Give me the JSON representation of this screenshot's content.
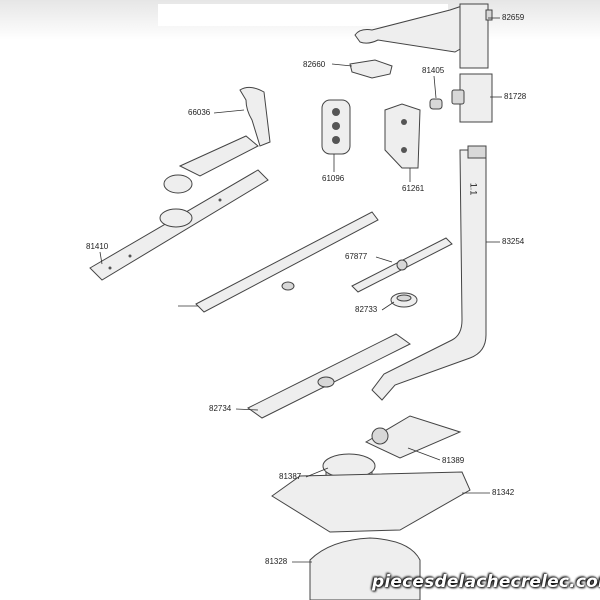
{
  "labels": {
    "p82659": "82659",
    "p82660": "82660",
    "p81405": "81405",
    "p81728": "81728",
    "p66036": "66036",
    "p61096": "61096",
    "p61261": "61261",
    "p81410": "81410",
    "p83254": "83254",
    "p67877": "67877",
    "p82733": "82733",
    "p82734": "82734",
    "p81389": "81389",
    "p81387": "81387",
    "p81342": "81342",
    "p81328": "81328"
  },
  "pipe_mark": "1.1",
  "watermark": "piecesdelachecrelec.com"
}
